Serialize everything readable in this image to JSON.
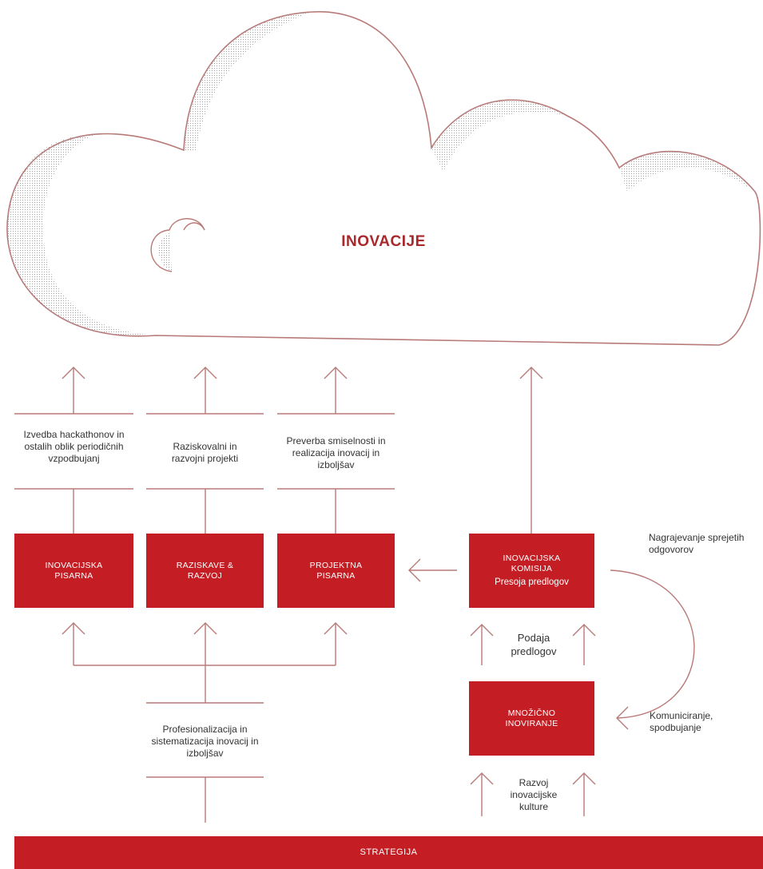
{
  "title": "INOVACIJE",
  "boxes": {
    "inovacijska_pisarna": "INOVACIJSKA PISARNA",
    "raziskave_razvoj": "RAZISKAVE & RAZVOJ",
    "projektna_pisarna": "PROJEKTNA PISARNA",
    "inovacijska_komisija": "INOVACIJSKA KOMISIJA",
    "inovacijska_komisija_sub": "Presoja predlogov",
    "mnozicno_inoviranje": "MNOŽIČNO INOVIRANJE"
  },
  "labels": {
    "hackathon": "Izvedba hackathonov in ostalih oblik periodičnih vzpodbujanj",
    "raziskovalni": "Raziskovalni in razvojni projekti",
    "preverba": "Preverba smiselnosti in realizacija inovacij in izboljšav",
    "nagrajevanje": "Nagrajevanje sprejetih odgovorov",
    "podaja": "Podaja predlogov",
    "komuniciranje": "Komuniciranje, spodbujanje",
    "profesionalizacija": "Profesionalizacija in sistematizacija inovacij in izboljšav",
    "razvoj_kulture": "Razvoj inovacijske kulture"
  },
  "strategy": "STRATEGIJA",
  "colors": {
    "accent": "#c41e24",
    "line": "#b87a78",
    "title": "#a8282c"
  }
}
